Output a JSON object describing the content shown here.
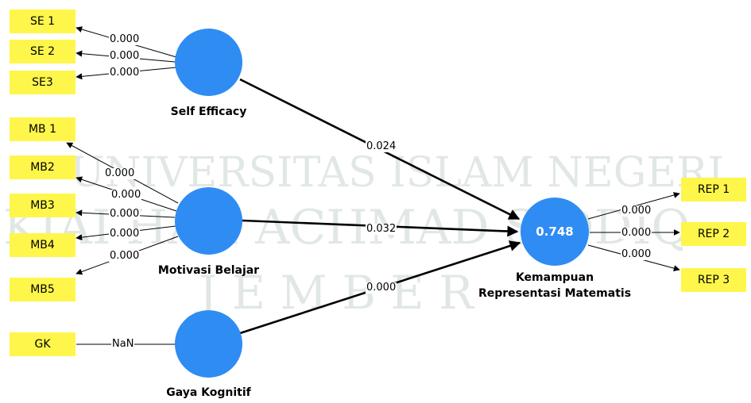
{
  "watermark": {
    "line1": "UNIVERSITAS ISLAM NEGERI",
    "line2": "KIAI HAJI ACHMAD SIDDIQ",
    "line3": "J E M B E R"
  },
  "colors": {
    "indicator": "#fef64b",
    "construct": "#2f8cf3"
  },
  "constructs": {
    "self_efficacy": {
      "label": "Self Efficacy"
    },
    "motivasi_belajar": {
      "label": "Motivasi Belajar"
    },
    "gaya_kognitif": {
      "label": "Gaya Kognitif"
    },
    "kemampuan": {
      "label_line1": "Kemampuan",
      "label_line2": "Representasi Matematis",
      "value": "0.748"
    }
  },
  "indicators": {
    "se1": "SE 1",
    "se2": "SE 2",
    "se3": "SE3",
    "mb1": "MB 1",
    "mb2": "MB2",
    "mb3": "MB3",
    "mb4": "MB4",
    "mb5": "MB5",
    "gk": "GK",
    "rep1": "REP 1",
    "rep2": "REP 2",
    "rep3": "REP 3"
  },
  "loadings": {
    "se1": "0.000",
    "se2": "0.000",
    "se3": "0.000",
    "mb1": "0.000",
    "mb2": "0.000",
    "mb3": "0.000",
    "mb4": "0.000",
    "mb5": "0.000",
    "gk": "NaN",
    "rep1": "0.000",
    "rep2": "0.000",
    "rep3": "0.000"
  },
  "paths": {
    "self_efficacy": "0.024",
    "motivasi_belajar": "0.032",
    "gaya_kognitif": "0.000"
  }
}
